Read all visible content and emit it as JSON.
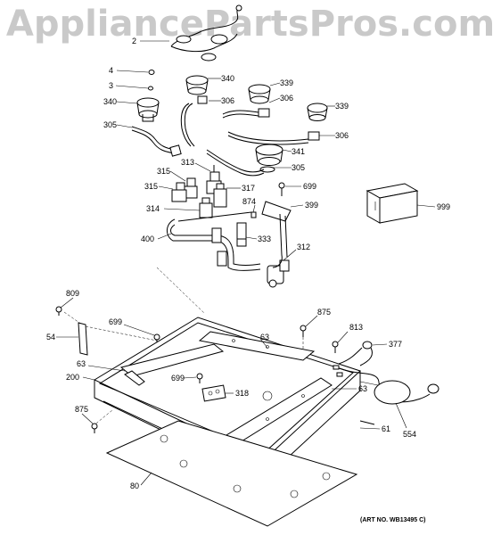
{
  "watermark": "AppliancePartsPros.com",
  "art_number": "(ART NO. WB13495 C)",
  "callouts": {
    "c2": "2",
    "c4": "4",
    "c3": "3",
    "c340a": "340",
    "c340b": "340",
    "c306a": "306",
    "c339a": "339",
    "c306b": "306",
    "c339b": "339",
    "c306c": "306",
    "c305a": "305",
    "c341": "341",
    "c305b": "305",
    "c313": "313",
    "c315a": "315",
    "c315b": "315",
    "c317": "317",
    "c699a": "699",
    "c874": "874",
    "c399": "399",
    "c999": "999",
    "c314": "314",
    "c333": "333",
    "c400": "400",
    "c312": "312",
    "c809": "809",
    "c875a": "875",
    "c699b": "699",
    "c813": "813",
    "c54": "54",
    "c63a": "63",
    "c377": "377",
    "c63b": "63",
    "c200": "200",
    "c699c": "699",
    "c318": "318",
    "c63c": "63",
    "c875b": "875",
    "c554": "554",
    "c61": "61",
    "c80": "80"
  }
}
